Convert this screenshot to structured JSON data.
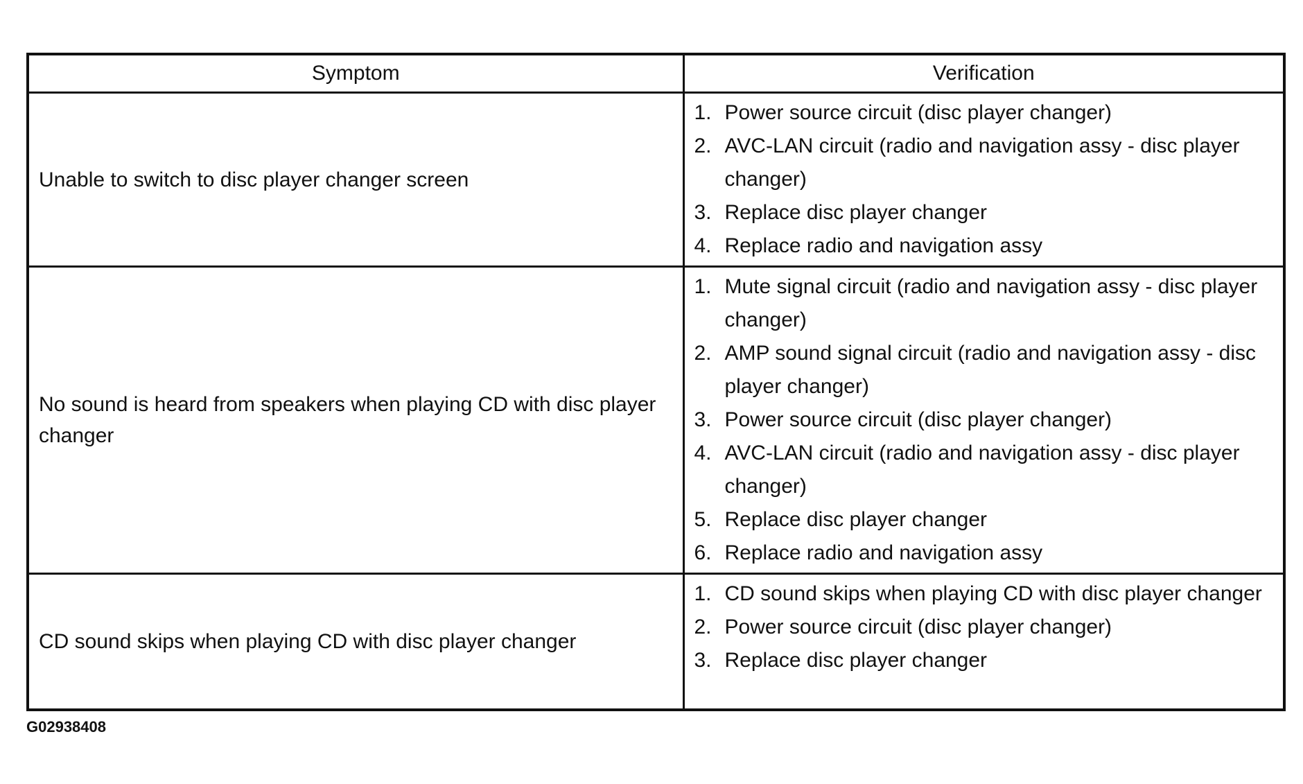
{
  "table": {
    "headers": {
      "symptom": "Symptom",
      "verification": "Verification"
    },
    "rows": [
      {
        "symptom": "Unable to switch to disc player changer screen",
        "steps": [
          {
            "num": "1.",
            "text": "Power source circuit (disc player changer)"
          },
          {
            "num": "2.",
            "text": "AVC-LAN circuit (radio and navigation assy - disc player changer)"
          },
          {
            "num": "3.",
            "text": "Replace disc player changer"
          },
          {
            "num": "4.",
            "text": "Replace radio and navigation assy"
          }
        ]
      },
      {
        "symptom": "No sound is heard from speakers when playing CD with disc player changer",
        "steps": [
          {
            "num": "1.",
            "text": "Mute signal circuit (radio and navigation assy - disc player changer)"
          },
          {
            "num": "2.",
            "text": "AMP sound signal circuit (radio and navigation assy - disc player changer)"
          },
          {
            "num": "3.",
            "text": "Power source circuit (disc player changer)"
          },
          {
            "num": "4.",
            "text": "AVC-LAN circuit (radio and navigation assy - disc player changer)"
          },
          {
            "num": "5.",
            "text": "Replace disc player changer"
          },
          {
            "num": "6.",
            "text": "Replace radio and navigation assy"
          }
        ]
      },
      {
        "symptom": "CD sound skips when playing CD with disc player changer",
        "steps": [
          {
            "num": "1.",
            "text": "CD sound skips when playing CD with disc player changer"
          },
          {
            "num": "2.",
            "text": "Power source circuit (disc player changer)"
          },
          {
            "num": "3.",
            "text": "Replace disc player changer"
          }
        ]
      }
    ]
  },
  "figure_id": "G02938408"
}
